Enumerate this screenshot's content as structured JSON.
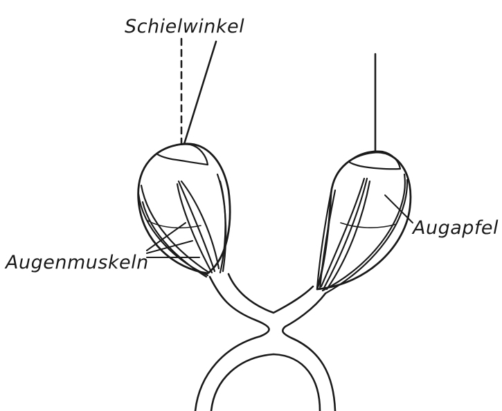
{
  "labels": {
    "squint_angle": "Schielwinkel",
    "eye_muscles": "Augenmuskeln",
    "eyeball": "Augapfel"
  },
  "colors": {
    "ink": "#1a1a1a",
    "paper": "#ffffff"
  }
}
